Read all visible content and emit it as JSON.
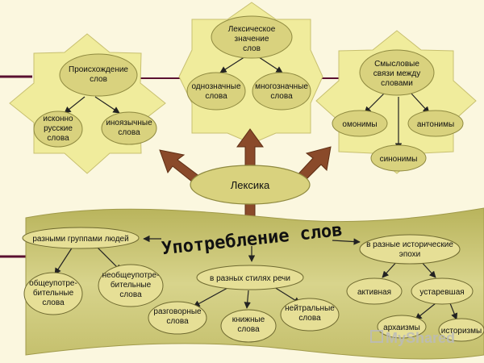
{
  "center": {
    "label": "Лексика"
  },
  "lexical_meaning": {
    "title": "Лексическое значение слов",
    "children": [
      "однозначные слова",
      "многозначные слова"
    ]
  },
  "origin": {
    "title": "Происхождение слов",
    "children": [
      "исконно русские слова",
      "иноязычные слова"
    ]
  },
  "semantic_links": {
    "title": "Смысловые связи между словами",
    "children": [
      "омонимы",
      "антонимы",
      "синонимы"
    ]
  },
  "usage": {
    "title": "Употребление слов",
    "groups": {
      "label": "разными группами людей",
      "children": [
        "общеупотре-бительные слова",
        "необщеупотре-бительные слова"
      ]
    },
    "styles": {
      "label": "в разных стилях речи",
      "children": [
        "разговорные слова",
        "книжные слова",
        "нейтральные слова"
      ]
    },
    "epochs": {
      "label": "в разные исторические эпохи",
      "children": [
        "активная",
        "устаревшая"
      ],
      "subchildren": [
        "архаизмы",
        "историзмы"
      ]
    }
  },
  "watermark": "MyShared",
  "colors": {
    "fill": "#e8e4a0",
    "ellipse": "#d9d27e",
    "banner": "#b5b058",
    "arrow": "#8a4a2a",
    "accent_line": "#5a1030"
  }
}
